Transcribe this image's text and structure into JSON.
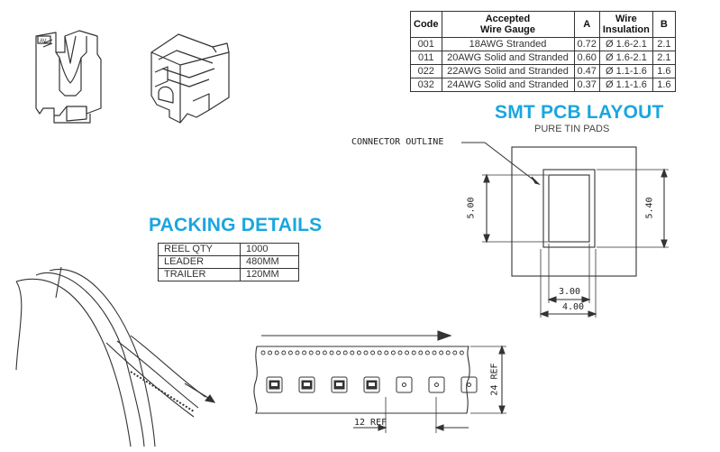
{
  "spec_table": {
    "headers": [
      "Code",
      "Accepted\nWire Gauge",
      "A",
      "Wire\nInsulation",
      "B"
    ],
    "rows": [
      [
        "001",
        "18AWG  Stranded",
        "0.72",
        "Ø 1.6-2.1",
        "2.1"
      ],
      [
        "011",
        "20AWG Solid and Stranded",
        "0.60",
        "Ø 1.6-2.1",
        "2.1"
      ],
      [
        "022",
        "22AWG  Solid and Stranded",
        "0.47",
        "Ø 1.1-1.6",
        "1.6"
      ],
      [
        "032",
        "24AWG  Solid and Stranded",
        "0.37",
        "Ø 1.1-1.6",
        "1.6"
      ]
    ]
  },
  "smt_layout": {
    "title": "SMT PCB LAYOUT",
    "subtitle": "PURE TIN PADS",
    "outline_label": "CONNECTOR OUTLINE",
    "dim_height_inner": "5.00",
    "dim_height_outer": "5.40",
    "dim_width_inner": "3.00",
    "dim_width_outer": "4.00"
  },
  "packing": {
    "title": "PACKING DETAILS",
    "rows": [
      [
        "REEL QTY",
        "1000"
      ],
      [
        "LEADER",
        "480MM"
      ],
      [
        "TRAILER",
        "120MM"
      ]
    ]
  },
  "tape": {
    "width_label": "24 REF",
    "pitch_label": "12 REF"
  }
}
